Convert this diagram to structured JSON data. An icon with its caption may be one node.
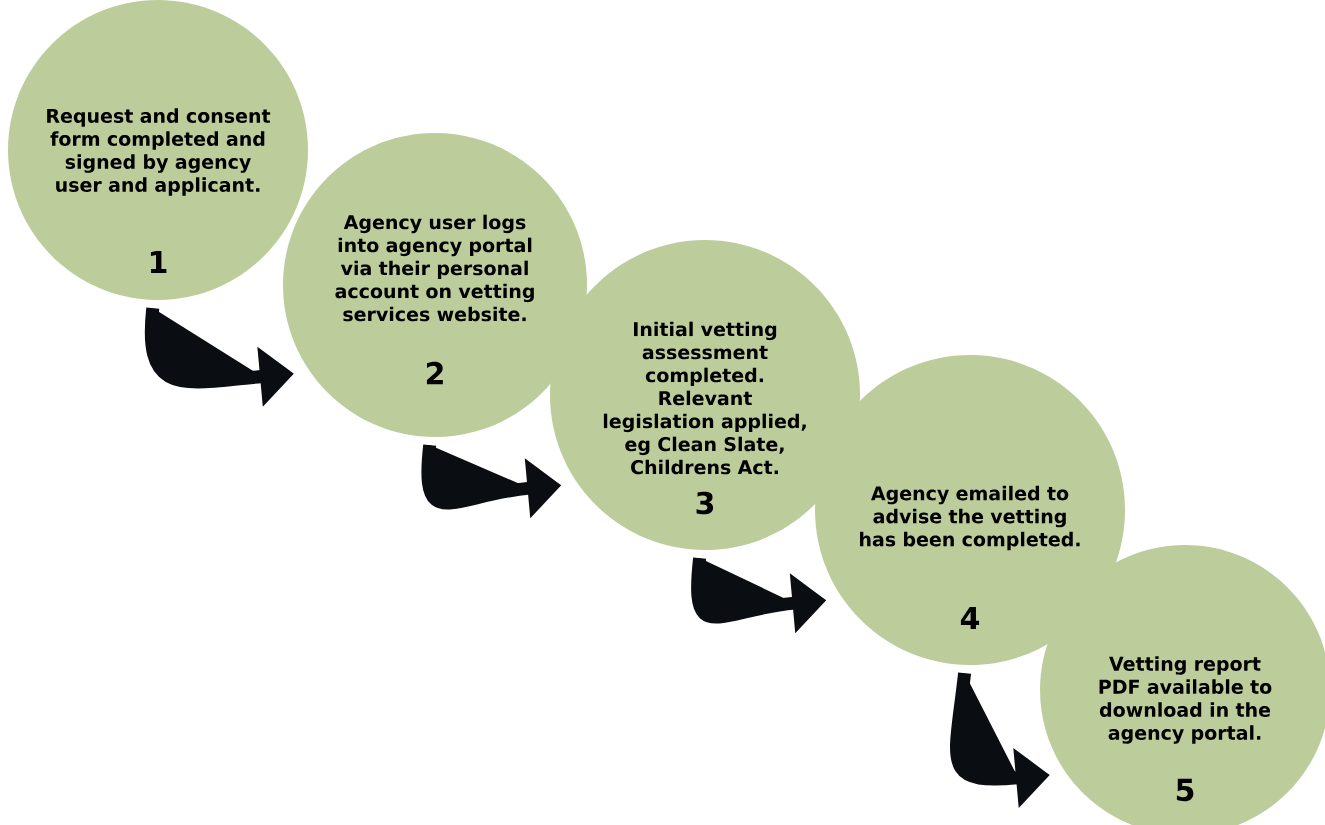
{
  "diagram": {
    "nodes": [
      {
        "text": [
          "Request and consent form completed and signed by agency user and applicant.",
          "1"
        ]
      },
      {
        "text": [
          "Agency user logs into agency portal via their personal account on vetting services website.",
          "2"
        ]
      },
      {
        "text": [
          "Initial vetting assessment completed. Relevant legislation applied, eg Clean Slate, Childrens Act.",
          "3"
        ]
      },
      {
        "text": [
          "Agency emailed to advise the vetting has been completed.",
          "4"
        ]
      },
      {
        "text": [
          "Vetting report PDF available to download in the agency portal.",
          "5"
        ]
      }
    ],
    "edges": [
      {
        "from": 0,
        "to": 1,
        "arrow": "to"
      },
      {
        "from": 1,
        "to": 2,
        "arrow": "to"
      },
      {
        "from": 2,
        "to": 3,
        "arrow": "to"
      },
      {
        "from": 3,
        "to": 4,
        "arrow": "to"
      }
    ]
  }
}
